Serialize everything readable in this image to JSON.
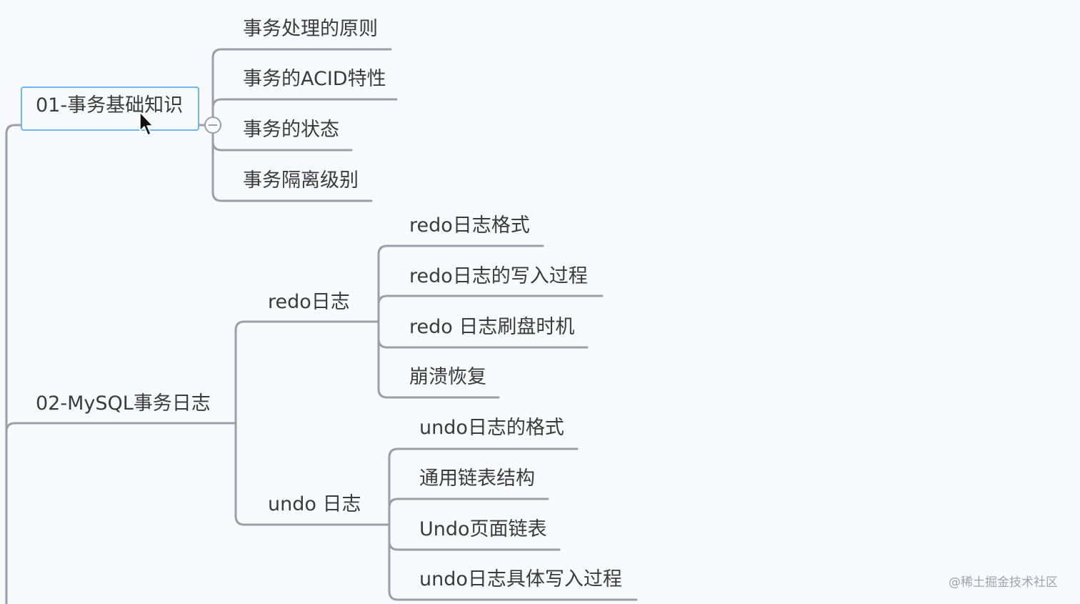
{
  "mindmap": {
    "topic1": {
      "label": "01-事务基础知识",
      "children": [
        "事务处理的原则",
        "事务的ACID特性",
        "事务的状态",
        "事务隔离级别"
      ]
    },
    "topic2": {
      "label": "02-MySQL事务日志",
      "redo": {
        "label": "redo日志",
        "children": [
          "redo日志格式",
          "redo日志的写入过程",
          "redo 日志刷盘时机",
          "崩溃恢复"
        ]
      },
      "undo": {
        "label": "undo 日志",
        "children": [
          "undo日志的格式",
          "通用链表结构",
          "Undo页面链表",
          "undo日志具体写入过程"
        ]
      }
    }
  },
  "colors": {
    "background": "#f8f9fc",
    "connector": "#9b9ea6",
    "selection": "#6cb7f2",
    "text": "#3b3b3b"
  },
  "icons": {
    "collapse": "minus-circle-icon",
    "pointer": "mouse-cursor-icon"
  },
  "watermark": "@稀土掘金技术社区"
}
